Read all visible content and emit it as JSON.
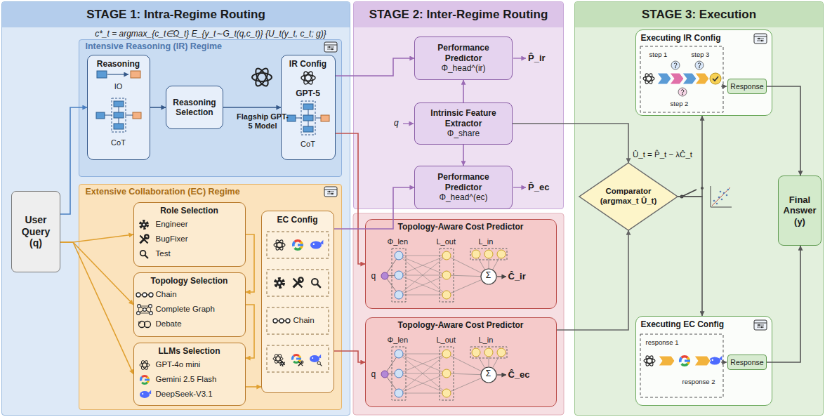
{
  "diagram": {
    "nodes": [
      {
        "text": [
          "STAGE 1: Intra-Regime Routing"
        ]
      },
      {
        "text": [
          "Intensive Reasoning (IR) Regime"
        ],
        "in": 0
      },
      {
        "text": [
          "Reasoning",
          "IO",
          "CoT"
        ],
        "in": 1
      },
      {
        "text": [
          "Reasoning Selection"
        ],
        "in": 1
      },
      {
        "text": [
          "IR Config",
          "GPT-5",
          "CoT"
        ],
        "in": 1
      },
      {
        "text": [
          "Extensive Collaboration (EC) Regime"
        ],
        "in": 0
      },
      {
        "text": [
          "Role Selection",
          "Engineer",
          "BugFixer",
          "Test"
        ],
        "in": 5
      },
      {
        "text": [
          "Topology Selection",
          "Chain",
          "Complete Graph",
          "Debate"
        ],
        "in": 5
      },
      {
        "text": [
          "LLMs Selection",
          "GPT-4o mini",
          "Gemini 2.5 Flash",
          "DeepSeek-V3.1"
        ],
        "in": 5
      },
      {
        "text": [
          "EC Config",
          "Chain"
        ],
        "in": 5
      },
      {
        "text": [
          "User Query (q)"
        ],
        "in": 0
      },
      {
        "text": [
          "STAGE 2: Inter-Regime Routing"
        ]
      },
      {
        "text": [
          "Performance Predictor",
          "Φ_head^(ir)"
        ],
        "in": 11
      },
      {
        "text": [
          "Intrinsic Feature Extractor",
          "Φ_share"
        ],
        "in": 11
      },
      {
        "text": [
          "Performance Predictor",
          "Φ_head^(ec)"
        ],
        "in": 11
      },
      {
        "text": [
          "Topology-Aware Cost Predictor",
          "q",
          "Φ_len",
          "L_out",
          "L_in",
          "Σ",
          "Ĉ_ir"
        ]
      },
      {
        "text": [
          "Topology-Aware Cost Predictor",
          "q",
          "Φ_len",
          "L_out",
          "L_in",
          "Σ",
          "Ĉ_ec"
        ]
      },
      {
        "text": [
          "STAGE 3: Execution"
        ]
      },
      {
        "text": [
          "Executing IR Config",
          "step 1",
          "step 3",
          "step 2"
        ],
        "in": 17
      },
      {
        "text": [
          "Response"
        ],
        "in": 18
      },
      {
        "text": [
          "Comparator (argmax_t Û_t)"
        ],
        "in": 17
      },
      {
        "text": [
          "Final Answer (y)"
        ],
        "in": 17
      },
      {
        "text": [
          "Executing EC Config",
          "response 1",
          "response 2"
        ],
        "in": 17
      },
      {
        "text": [
          "Response"
        ],
        "in": 22
      }
    ],
    "edges": [
      {
        "from": 10,
        "to": 2,
        "arrow": "to"
      },
      {
        "from": 10,
        "to": 6,
        "arrow": "to"
      },
      {
        "from": 10,
        "to": 7,
        "arrow": "to"
      },
      {
        "from": 10,
        "to": 8,
        "arrow": "to"
      },
      {
        "from": 2,
        "to": 3,
        "arrow": "to"
      },
      {
        "from": 3,
        "to": 4,
        "arrow": "to"
      },
      {
        "from": 6,
        "to": 7,
        "arrow": "to"
      },
      {
        "from": 7,
        "to": 8,
        "arrow": "to"
      },
      {
        "from": 8,
        "to": 9,
        "arrow": "to"
      },
      {
        "from": 4,
        "to": 12,
        "arrow": "to"
      },
      {
        "from": 4,
        "to": 15,
        "arrow": "to"
      },
      {
        "from": 9,
        "to": 14,
        "arrow": "to"
      },
      {
        "from": 9,
        "to": 16,
        "arrow": "to"
      },
      {
        "from": 13,
        "to": 12,
        "arrow": "to"
      },
      {
        "from": 13,
        "to": 14,
        "arrow": "to"
      },
      {
        "from": 13,
        "to": 20,
        "arrow": "to"
      },
      {
        "from": 16,
        "to": 20,
        "arrow": "to"
      },
      {
        "from": 20,
        "to": 18,
        "arrow": "to"
      },
      {
        "from": 20,
        "to": 22,
        "arrow": "to"
      },
      {
        "from": 19,
        "to": 21,
        "arrow": "to"
      },
      {
        "from": 23,
        "to": 21,
        "arrow": "to"
      }
    ],
    "labels": [
      "c*_t = argmax_{c_t∈Ω_t} E_{y_t∼G_t(q,c_t)} {U_t(y_t, c_t; g)}",
      "Flagship GPT-5 Model",
      "q",
      "P̂_ir",
      "P̂_ec",
      "Û_t = P̂_t − λĈ_t"
    ]
  }
}
